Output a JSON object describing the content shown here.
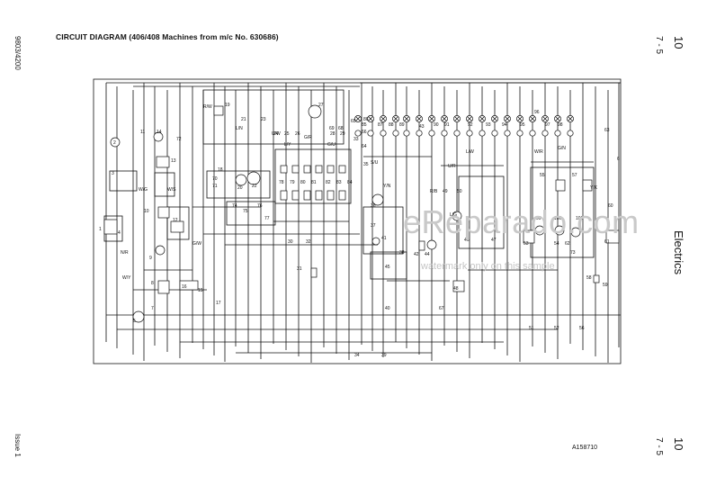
{
  "header": {
    "title": "CIRCUIT DIAGRAM  (406/408 Machines from m/c No. 630686)"
  },
  "left_margin": {
    "doc_number": "9803/4200",
    "issue": "Issue 1"
  },
  "right_margin": {
    "section_top": "10",
    "page_top": "7 - 5",
    "section_name": "Electrics",
    "section_bottom": "10",
    "page_bottom": "7 - 5"
  },
  "figure_code": "A158710",
  "watermark": {
    "main": "eReparado.com",
    "sub": "watermark only on this sample"
  },
  "components": [
    "1",
    "2",
    "3",
    "4",
    "5",
    "6",
    "7",
    "8",
    "9",
    "10",
    "11",
    "12",
    "13",
    "14",
    "15",
    "16",
    "17",
    "18",
    "19",
    "20",
    "21",
    "22",
    "23",
    "24",
    "25",
    "26",
    "27",
    "28",
    "29",
    "30",
    "31",
    "32",
    "33",
    "34",
    "35",
    "36",
    "37",
    "38",
    "39",
    "40",
    "41",
    "42",
    "43",
    "44",
    "45",
    "46",
    "47",
    "48",
    "49",
    "50",
    "51",
    "52",
    "53",
    "54",
    "55",
    "56",
    "57",
    "58",
    "59",
    "60",
    "61",
    "62",
    "63",
    "64",
    "65",
    "66",
    "67",
    "68",
    "69",
    "70",
    "71",
    "72",
    "73",
    "74",
    "75",
    "76",
    "77",
    "78",
    "79",
    "80",
    "81",
    "82",
    "83",
    "84",
    "85",
    "86",
    "87",
    "88",
    "89",
    "90",
    "91",
    "92",
    "93",
    "94",
    "95",
    "96",
    "97",
    "98",
    "99",
    "100",
    "101"
  ],
  "wire_labels": [
    "W/Y",
    "N/R",
    "W/G",
    "W/S",
    "G/W",
    "R/W",
    "L/N",
    "U/W",
    "L/Y",
    "G/R",
    "G/U",
    "S/U",
    "Y/N",
    "R/B",
    "U/R",
    "L/W",
    "W/R",
    "G/N",
    "Y/K",
    "L/G"
  ]
}
